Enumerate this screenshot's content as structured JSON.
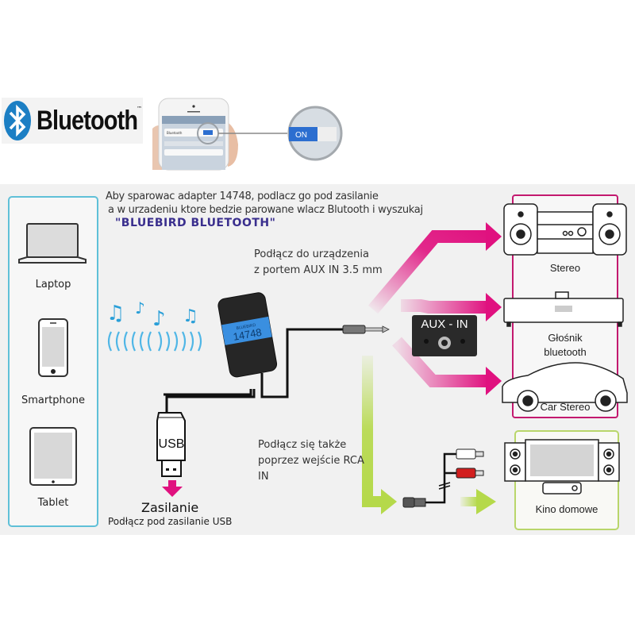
{
  "header": {
    "logo_text": "Bluetooth",
    "logo_tm": "™",
    "phone_toggle_label": "ON",
    "phone_setting_label": "Bluetooth"
  },
  "intro": {
    "line1": "Aby sparowac adapter 14748, podlacz go pod zasilanie",
    "line2": "a w urzadeniu ktore bedzie parowane wlacz Blutooth i wyszukaj",
    "device_name": "\"BLUEBIRD BLUETOOTH\""
  },
  "sources": [
    {
      "label": "Laptop",
      "icon": "laptop-icon"
    },
    {
      "label": "Smartphone",
      "icon": "smartphone-icon"
    },
    {
      "label": "Tablet",
      "icon": "tablet-icon"
    }
  ],
  "adapter": {
    "model": "14748",
    "band_text": "BLUEBIRD"
  },
  "aux_instruction": {
    "line1": "Podłącz do urządzenia",
    "line2": "z portem AUX IN 3.5 mm"
  },
  "aux_in_label": "AUX - IN",
  "rca_instruction": {
    "line1": "Podłącz się także",
    "line2": "poprzez wejście RCA",
    "line3": "IN"
  },
  "usb": {
    "plug_label": "USB",
    "title": "Zasilanie",
    "subtitle": "Podłącz pod zasilanie USB"
  },
  "outputs": [
    {
      "label": "Stereo",
      "icon": "stereo-icon"
    },
    {
      "label": "Głośnik\nbluetooth",
      "line1": "Głośnik",
      "line2": "bluetooth",
      "icon": "speaker-icon"
    },
    {
      "label": "Car Stereo",
      "icon": "car-icon"
    }
  ],
  "home_theater": {
    "label": "Kino domowe",
    "icon": "home-theater-icon"
  },
  "colors": {
    "magenta": "#e0117f",
    "lime": "#b5d94a",
    "bluetooth_blue": "#1c7fc4",
    "panel_cyan": "#5fc0d8",
    "panel_magenta": "#c3196f",
    "panel_lime": "#b9d66a"
  }
}
